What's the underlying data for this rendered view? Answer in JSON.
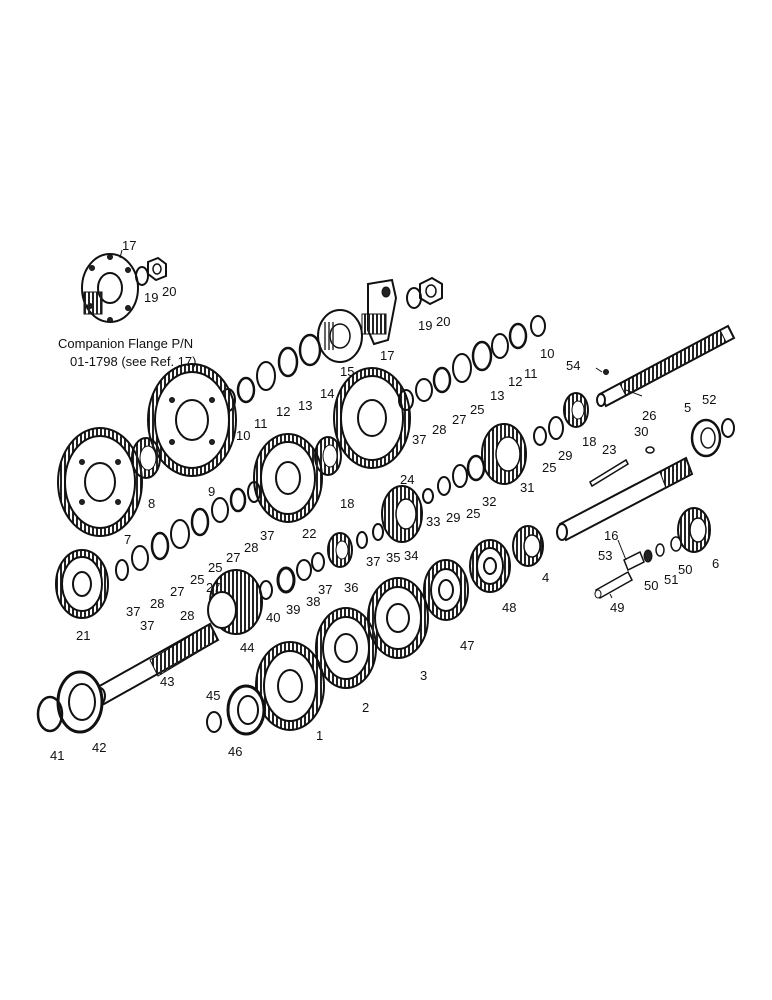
{
  "caption": {
    "line1": "Companion Flange P/N",
    "line2": "01-1798 (see Ref. 17)"
  },
  "callouts": [
    {
      "id": "c17a",
      "text": "17"
    },
    {
      "id": "c19a",
      "text": "19"
    },
    {
      "id": "c20a",
      "text": "20"
    },
    {
      "id": "c19b",
      "text": "19"
    },
    {
      "id": "c20b",
      "text": "20"
    },
    {
      "id": "c17b",
      "text": "17"
    },
    {
      "id": "c15",
      "text": "15"
    },
    {
      "id": "c14",
      "text": "14"
    },
    {
      "id": "c13a",
      "text": "13"
    },
    {
      "id": "c12a",
      "text": "12"
    },
    {
      "id": "c11a",
      "text": "11"
    },
    {
      "id": "c10a",
      "text": "10"
    },
    {
      "id": "c9",
      "text": "9"
    },
    {
      "id": "c8",
      "text": "8"
    },
    {
      "id": "c7",
      "text": "7"
    },
    {
      "id": "c10b",
      "text": "10"
    },
    {
      "id": "c11b",
      "text": "11"
    },
    {
      "id": "c12b",
      "text": "12"
    },
    {
      "id": "c13b",
      "text": "13"
    },
    {
      "id": "c25a",
      "text": "25"
    },
    {
      "id": "c27a",
      "text": "27"
    },
    {
      "id": "c28a",
      "text": "28"
    },
    {
      "id": "c37a",
      "text": "37"
    },
    {
      "id": "c54",
      "text": "54"
    },
    {
      "id": "c26",
      "text": "26"
    },
    {
      "id": "c18a",
      "text": "18"
    },
    {
      "id": "c29a",
      "text": "29"
    },
    {
      "id": "c25b",
      "text": "25"
    },
    {
      "id": "c24",
      "text": "24"
    },
    {
      "id": "c18b",
      "text": "18"
    },
    {
      "id": "c22",
      "text": "22"
    },
    {
      "id": "c37b",
      "text": "37"
    },
    {
      "id": "c28b",
      "text": "28"
    },
    {
      "id": "c27b",
      "text": "27"
    },
    {
      "id": "c25c",
      "text": "25"
    },
    {
      "id": "c23",
      "text": "23"
    },
    {
      "id": "c30",
      "text": "30"
    },
    {
      "id": "c31",
      "text": "31"
    },
    {
      "id": "c32",
      "text": "32"
    },
    {
      "id": "c29b",
      "text": "29"
    },
    {
      "id": "c25d",
      "text": "25"
    },
    {
      "id": "c33",
      "text": "33"
    },
    {
      "id": "c16",
      "text": "16"
    },
    {
      "id": "c5",
      "text": "5"
    },
    {
      "id": "c52",
      "text": "52"
    },
    {
      "id": "c34",
      "text": "34"
    },
    {
      "id": "c35",
      "text": "35"
    },
    {
      "id": "c37c",
      "text": "37"
    },
    {
      "id": "c36",
      "text": "36"
    },
    {
      "id": "c37d",
      "text": "37"
    },
    {
      "id": "c38",
      "text": "38"
    },
    {
      "id": "c39",
      "text": "39"
    },
    {
      "id": "c40",
      "text": "40"
    },
    {
      "id": "c37e",
      "text": "37"
    },
    {
      "id": "c28c",
      "text": "28"
    },
    {
      "id": "c27c",
      "text": "27"
    },
    {
      "id": "c25e",
      "text": "25"
    },
    {
      "id": "c27d",
      "text": "27"
    },
    {
      "id": "c28d",
      "text": "28"
    },
    {
      "id": "c37f",
      "text": "37"
    },
    {
      "id": "c21",
      "text": "21"
    },
    {
      "id": "c44",
      "text": "44"
    },
    {
      "id": "c43",
      "text": "43"
    },
    {
      "id": "c4",
      "text": "4"
    },
    {
      "id": "c48",
      "text": "48"
    },
    {
      "id": "c47",
      "text": "47"
    },
    {
      "id": "c3",
      "text": "3"
    },
    {
      "id": "c2",
      "text": "2"
    },
    {
      "id": "c1",
      "text": "1"
    },
    {
      "id": "c53",
      "text": "53"
    },
    {
      "id": "c50a",
      "text": "50"
    },
    {
      "id": "c51",
      "text": "51"
    },
    {
      "id": "c50b",
      "text": "50"
    },
    {
      "id": "c6",
      "text": "6"
    },
    {
      "id": "c49",
      "text": "49"
    },
    {
      "id": "c45",
      "text": "45"
    },
    {
      "id": "c46",
      "text": "46"
    },
    {
      "id": "c41",
      "text": "41"
    },
    {
      "id": "c42",
      "text": "42"
    }
  ]
}
